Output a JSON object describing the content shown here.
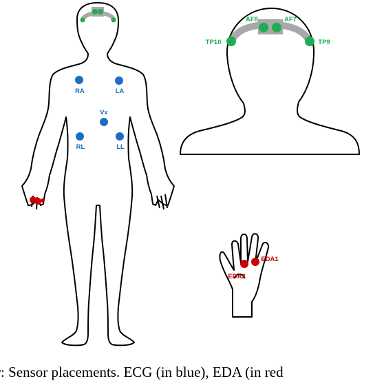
{
  "colors": {
    "ecg": "#1a6fc0",
    "eda": "#cc0000",
    "eeg": "#1fac55",
    "headband": "#a8a8a8",
    "outline": "#000000"
  },
  "labels": {
    "ecg": [
      "RA",
      "LA",
      "Vx",
      "RL",
      "LL"
    ],
    "eeg": [
      "AF8",
      "AF7",
      "TP10",
      "TP9"
    ],
    "eda": [
      "EDA1",
      "EDA2"
    ]
  },
  "caption": "r: Sensor placements. ECG (in blue), EDA (in red"
}
